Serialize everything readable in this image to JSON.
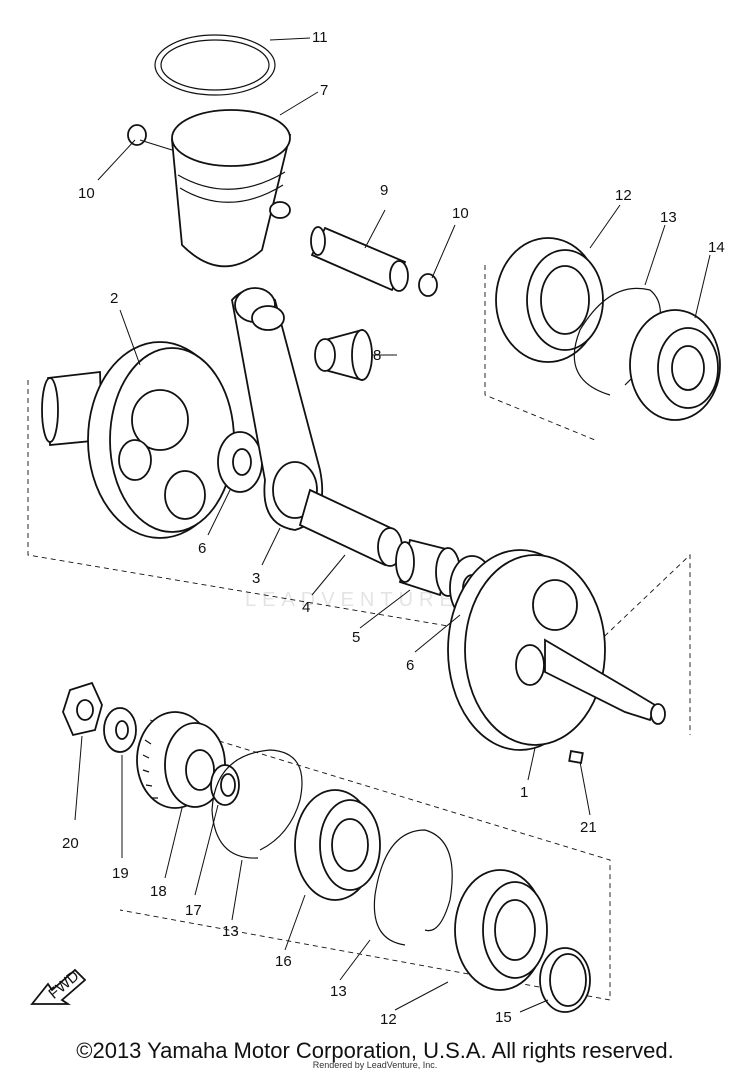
{
  "diagram": {
    "parts": [
      {
        "id": "ring",
        "label": "11"
      },
      {
        "id": "piston",
        "label": "7"
      },
      {
        "id": "clip-left",
        "label": "10"
      },
      {
        "id": "piston-pin",
        "label": "9"
      },
      {
        "id": "clip-right",
        "label": "10"
      },
      {
        "id": "bearing-top",
        "label": "12"
      },
      {
        "id": "circlip-top",
        "label": "13"
      },
      {
        "id": "oil-seal-top",
        "label": "14"
      },
      {
        "id": "crank-left",
        "label": "2"
      },
      {
        "id": "needle-bearing-small",
        "label": "8"
      },
      {
        "id": "washer-left",
        "label": "6"
      },
      {
        "id": "connecting-rod",
        "label": "3"
      },
      {
        "id": "crank-pin",
        "label": "4"
      },
      {
        "id": "needle-bearing-big",
        "label": "5"
      },
      {
        "id": "washer-right",
        "label": "6"
      },
      {
        "id": "crank-right",
        "label": "1"
      },
      {
        "id": "key",
        "label": "21"
      },
      {
        "id": "nut",
        "label": "20"
      },
      {
        "id": "lock-washer",
        "label": "19"
      },
      {
        "id": "gear",
        "label": "18"
      },
      {
        "id": "collar",
        "label": "17"
      },
      {
        "id": "circlip-bottom-left",
        "label": "13"
      },
      {
        "id": "oil-seal-bottom",
        "label": "16"
      },
      {
        "id": "circlip-bottom-right",
        "label": "13"
      },
      {
        "id": "bearing-bottom",
        "label": "12"
      },
      {
        "id": "shim",
        "label": "15"
      }
    ],
    "fwd_label": "FWD",
    "watermark": "LEADVENTURE"
  },
  "footer": {
    "copyright": "©2013 Yamaha Motor Corporation, U.S.A. All rights reserved.",
    "rendered_by": "Rendered by LeadVenture, Inc."
  }
}
